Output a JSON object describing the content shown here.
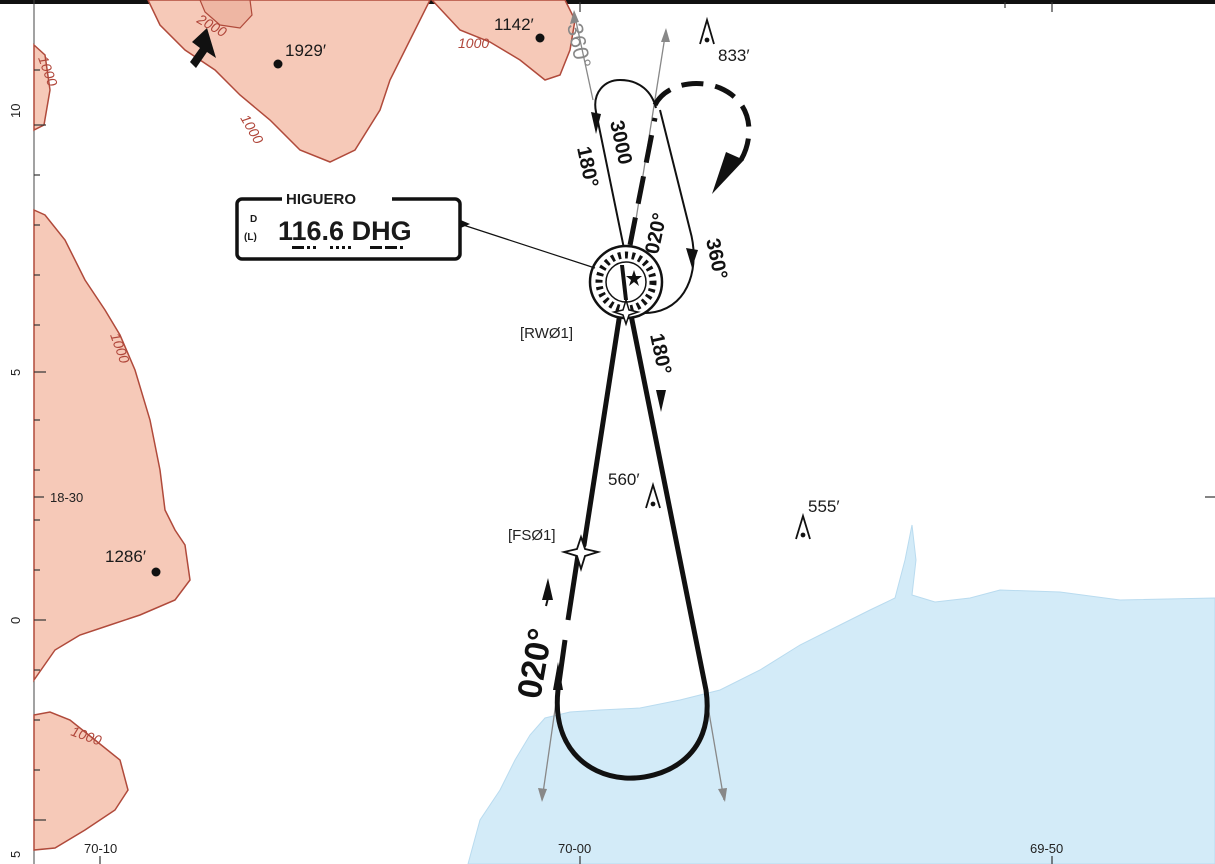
{
  "colors": {
    "terrain_fill": "#f6c9b8",
    "terrain_contour": "#b04a3b",
    "water_fill": "#d3ebf8",
    "route": "#111111",
    "arrow_gray": "#888888"
  },
  "navaid": {
    "name": "HIGUERO",
    "class_top": "D",
    "class_bottom": "(L)",
    "frequency_ident": "116.6 DHG",
    "icon": "vor-dme-icon"
  },
  "fixes": {
    "runway": "[RWØ1]",
    "final": "[FSØ1]"
  },
  "tracks": {
    "inbound_final": "020°",
    "outbound_south": "180°",
    "holding_inbound": "020°",
    "holding_outbound": "180°",
    "holding_altitude": "3000",
    "missed_turn": "360°",
    "north_gray": "360°"
  },
  "elevations": [
    {
      "id": "spot-1929",
      "label": "1929′",
      "dot": true
    },
    {
      "id": "spot-1142",
      "label": "1142′",
      "dot": true
    },
    {
      "id": "spot-1286",
      "label": "1286′",
      "dot": true
    },
    {
      "id": "obst-833",
      "label": "833′",
      "dot": false
    },
    {
      "id": "obst-560",
      "label": "560′",
      "dot": false
    },
    {
      "id": "obst-555",
      "label": "555′",
      "dot": false
    }
  ],
  "contours": {
    "c2000": "2000",
    "c1000": "1000"
  },
  "scale_ticks": {
    "left": [
      "10",
      "5",
      "0",
      "5"
    ],
    "lat_label": "18-30",
    "bottom": [
      "70-10",
      "70-00",
      "69-50"
    ]
  }
}
